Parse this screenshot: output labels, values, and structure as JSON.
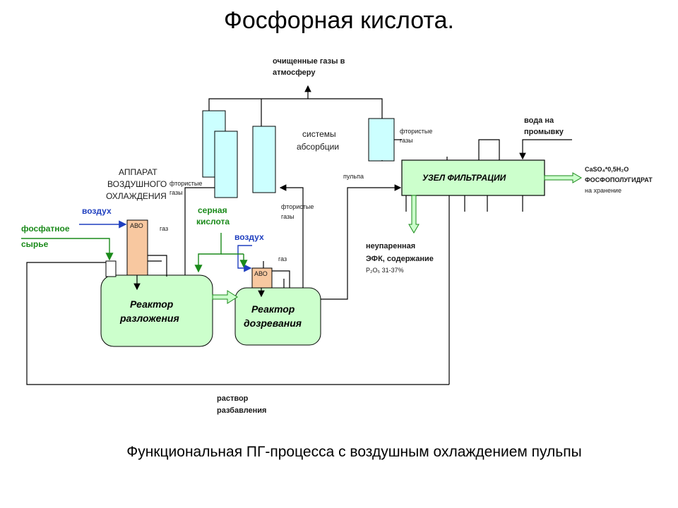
{
  "title": "Фосфорная кислота.",
  "caption": "Функциональная ПГ-процесса с воздушным охлаждением пульпы",
  "labels": {
    "gases_line1": "очищенные газы в",
    "gases_line2": "атмосферу",
    "absorption_line1": "системы",
    "absorption_line2": "абсорбции",
    "fluoride_top_line1": "фтористые",
    "fluoride_top_line2": "газы",
    "water_line1": "вода на",
    "water_line2": "промывку",
    "pulp": "пульпа",
    "filter_node": "УЗЕЛ ФИЛЬТРАЦИИ",
    "product_line1": "CaSO₄*0,5H₂O",
    "product_line2": "ФОСФОПОЛУГИДРАТ",
    "product_line3": "на хранение",
    "apparatus_line1": "АППАРАТ",
    "apparatus_line2": "ВОЗДУШНОГО",
    "apparatus_line3": "ОХЛАЖДЕНИЯ",
    "fluoride_left_line1": "фтористые",
    "fluoride_left_line2": "газы",
    "air_left": "воздух",
    "phosphate_line1": "фосфатное",
    "phosphate_line2": "сырье",
    "avo_left": "АВО",
    "gas_left": "газ",
    "sulfuric_line1": "серная",
    "sulfuric_line2": "кислота",
    "fluoride_mid_line1": "фтористые",
    "fluoride_mid_line2": "газы",
    "air_mid": "воздух",
    "avo_right": "АВО",
    "gas_right": "газ",
    "efk_line1": "неупаренная",
    "efk_line2": "ЭФК, содержание",
    "efk_line3": "P₂O₅ 31-37%",
    "reactor1_line1": "Реактор",
    "reactor1_line2": "разложения",
    "reactor2_line1": "Реактор",
    "reactor2_line2": "дозревания",
    "dilution_line1": "раствор",
    "dilution_line2": "разбавления"
  },
  "colors": {
    "reactor_fill": "#ccffcc",
    "column_fill": "#ccffff",
    "avo_fill": "#f8c8a0",
    "filter_fill": "#ccffcc",
    "blue_arrow": "#1f3fbf",
    "green_arrow": "#1a8a1a"
  }
}
